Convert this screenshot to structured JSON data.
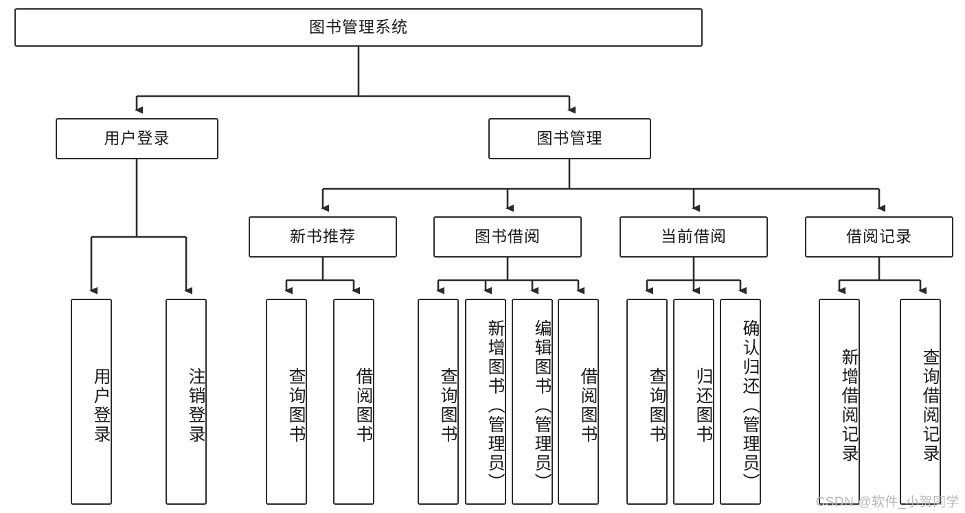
{
  "diagram": {
    "title": "图书管理系统",
    "type": "tree-hierarchy",
    "colors": {
      "stroke": "#2b2b2b",
      "fill": "#ffffff",
      "text": "#1a1a1a",
      "watermark": "#b9b9b9"
    },
    "root": {
      "label": "图书管理系统"
    },
    "level2": [
      {
        "label": "用户登录"
      },
      {
        "label": "图书管理"
      }
    ],
    "level3": [
      {
        "label": "新书推荐"
      },
      {
        "label": "图书借阅"
      },
      {
        "label": "当前借阅"
      },
      {
        "label": "借阅记录"
      }
    ],
    "leaves": {
      "user_login": [
        {
          "label": "用户登录"
        },
        {
          "label": "注销登录"
        }
      ],
      "new_book_recommend": [
        {
          "label": "查询图书"
        },
        {
          "label": "借阅图书"
        }
      ],
      "book_borrow": [
        {
          "label": "查询图书"
        },
        {
          "label": "新增图书（管理员）"
        },
        {
          "label": "编辑图书（管理员）"
        },
        {
          "label": "借阅图书"
        }
      ],
      "current_borrow": [
        {
          "label": "查询图书"
        },
        {
          "label": "归还图书"
        },
        {
          "label": "确认归还（管理员）"
        }
      ],
      "borrow_records": [
        {
          "label": "新增借阅记录"
        },
        {
          "label": "查询借阅记录"
        }
      ]
    }
  },
  "watermark": {
    "text": "CSDN @软件_小贺同学"
  }
}
